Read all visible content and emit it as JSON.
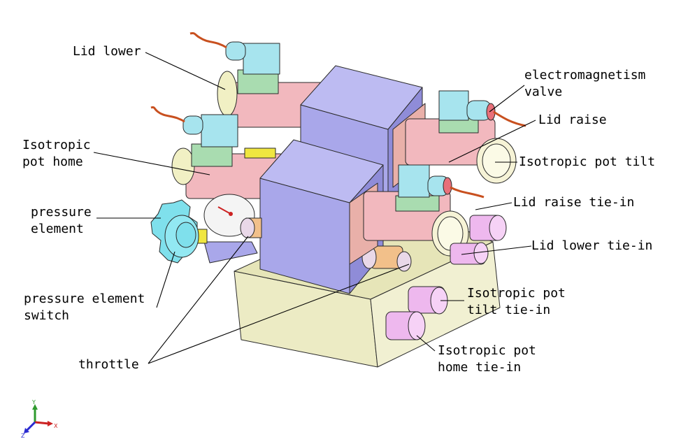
{
  "labels": {
    "lid_lower": "Lid lower",
    "electromagnetism_valve": [
      "electromagnetism",
      "valve"
    ],
    "lid_raise": "Lid raise",
    "isotropic_pot_home": [
      "Isotropic",
      "pot home"
    ],
    "isotropic_pot_tilt": "Isotropic pot tilt",
    "pressure_element": [
      "pressure",
      "element"
    ],
    "lid_raise_tie_in": "Lid raise tie-in",
    "lid_lower_tie_in": "Lid lower tie-in",
    "pressure_element_switch": [
      "pressure element",
      "switch"
    ],
    "isotropic_pot_tilt_tie_in": [
      "Isotropic pot",
      "tilt tie-in"
    ],
    "throttle": "throttle",
    "isotropic_pot_home_tie_in": [
      "Isotropic pot",
      "home tie-in"
    ]
  },
  "axes": {
    "y": "Y",
    "x": "X",
    "z": "Z"
  },
  "colors": {
    "body_pink": "#f2b8be",
    "block_blue": "#a9a7ea",
    "valve_cyan": "#a7e4ee",
    "valve_green": "#a9dcb0",
    "cap_cream": "#f1f0c4",
    "tie_in_pink": "#eeb8ee",
    "base_cream": "#ecebc4",
    "knob_cyan": "#7fe0ec",
    "throttle_orange": "#f2c08a"
  }
}
